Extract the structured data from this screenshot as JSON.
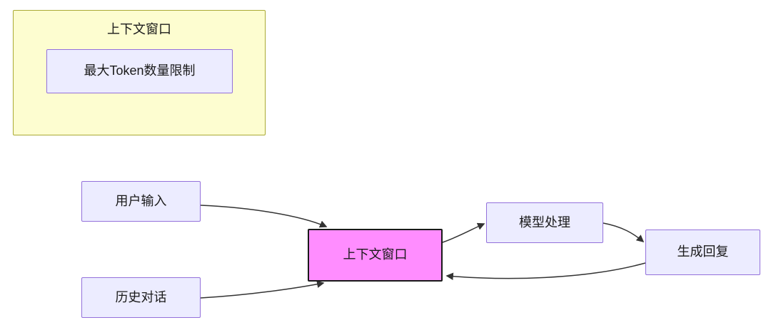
{
  "diagram": {
    "type": "flowchart",
    "cluster": {
      "title": "上下文窗口",
      "child_node": "最大Token数量限制"
    },
    "nodes": {
      "user_input": "用户输入",
      "history_dialogue": "历史对话",
      "context_window": "上下文窗口",
      "model_processing": "模型处理",
      "generate_reply": "生成回复"
    },
    "edges": [
      {
        "from": "用户输入",
        "to": "上下文窗口"
      },
      {
        "from": "历史对话",
        "to": "上下文窗口"
      },
      {
        "from": "上下文窗口",
        "to": "模型处理"
      },
      {
        "from": "模型处理",
        "to": "生成回复"
      },
      {
        "from": "生成回复",
        "to": "上下文窗口"
      }
    ],
    "colors": {
      "cluster_fill": "#fdfdd0",
      "cluster_border": "#aaaa33",
      "node_fill": "#ECECFF",
      "node_border": "#9370DB",
      "highlight_fill": "#ff8dff",
      "highlight_border": "#1a1a1a",
      "arrow": "#333333",
      "text": "#1a1a1a"
    }
  }
}
